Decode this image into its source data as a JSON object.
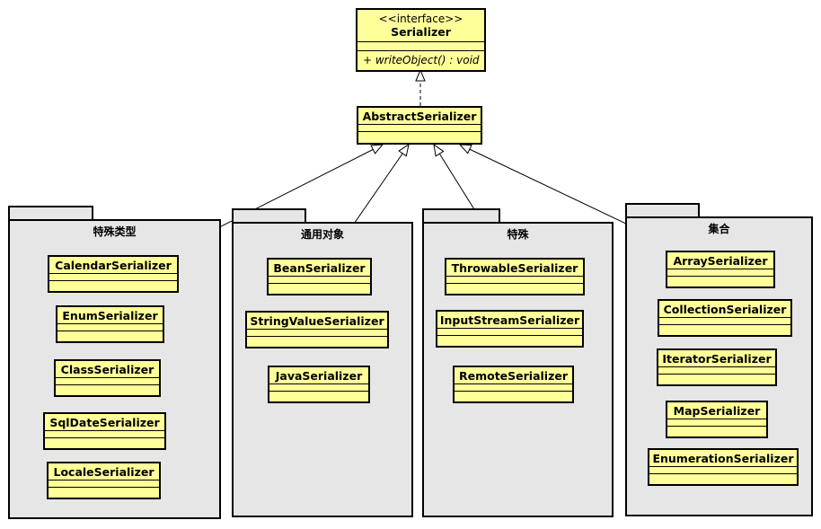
{
  "interface": {
    "stereotype": "<<interface>>",
    "name": "Serializer",
    "operation": "+ writeObject() : void"
  },
  "abstract_class": {
    "name": "AbstractSerializer"
  },
  "packages": [
    {
      "name": "特殊类型",
      "classes": [
        "CalendarSerializer",
        "EnumSerializer",
        "ClassSerializer",
        "SqlDateSerializer",
        "LocaleSerializer"
      ]
    },
    {
      "name": "通用对象",
      "classes": [
        "BeanSerializer",
        "StringValueSerializer",
        "JavaSerializer"
      ]
    },
    {
      "name": "特殊",
      "classes": [
        "ThrowableSerializer",
        "InputStreamSerializer",
        "RemoteSerializer"
      ]
    },
    {
      "name": "集合",
      "classes": [
        "ArraySerializer",
        "CollectionSerializer",
        "IteratorSerializer",
        "MapSerializer",
        "EnumerationSerializer"
      ]
    }
  ],
  "colors": {
    "class_fill": "#ffff99",
    "package_fill": "#e6e6e6",
    "line": "#000000"
  }
}
